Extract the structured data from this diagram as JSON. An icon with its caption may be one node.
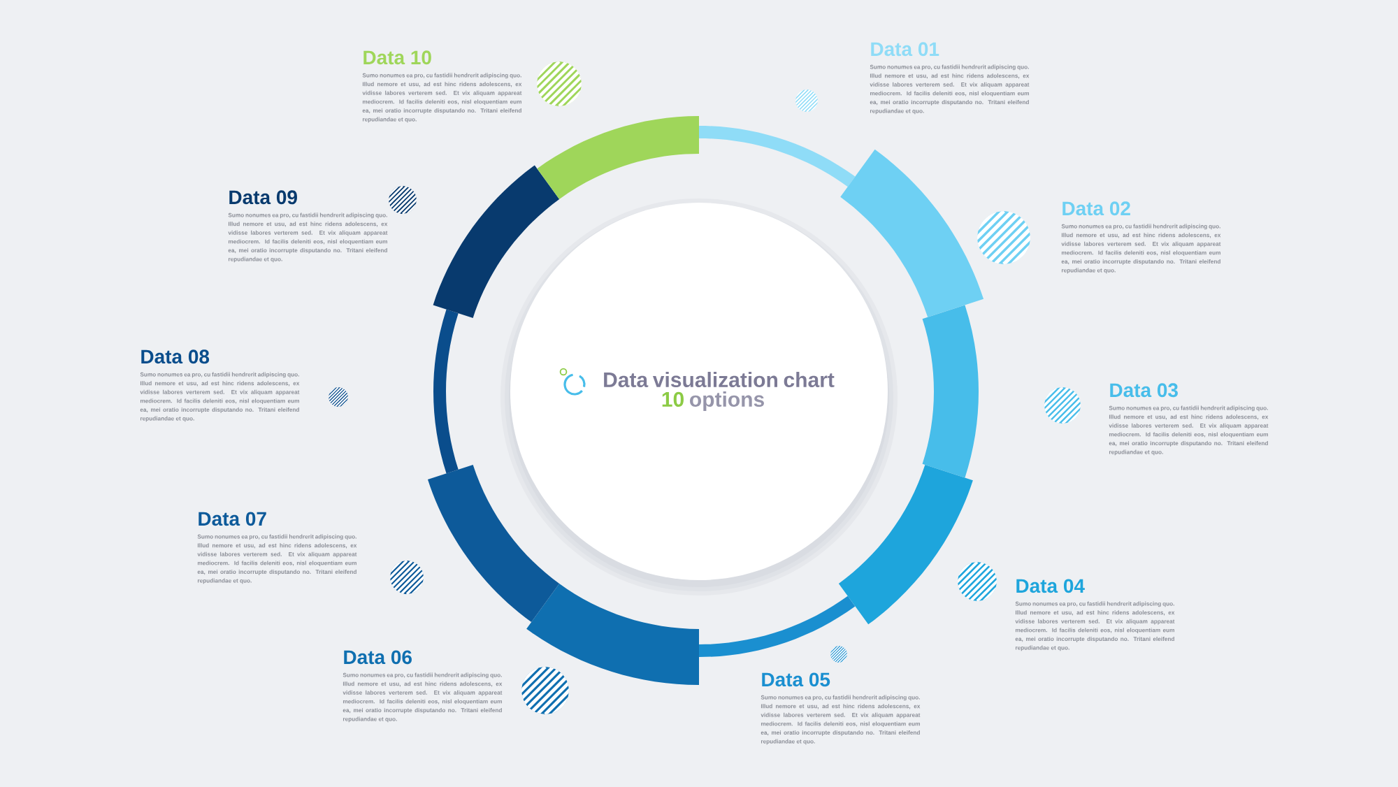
{
  "diagram": {
    "nodes": [
      {
        "text": [
          "Data visualization chart",
          "10",
          "options"
        ]
      },
      {
        "text": [
          "Data 01",
          "Sumo nonumes ea pro, cu fastidii hendrerit adipiscing quo. Illud nemore et usu, ad est hinc ridens adolescens, ex vidisse labores verterem sed. Et vix aliquam appareat mediocrem. Id facilis deleniti eos, nisl eloquentiam eum ea, mei oratio incorrupte disputando no. Tritani eleifend repudiandae et quo."
        ]
      },
      {
        "text": [
          "Data 02",
          "Sumo nonumes ea pro, cu fastidii hendrerit adipiscing quo. Illud nemore et usu, ad est hinc ridens adolescens, ex vidisse labores verterem sed. Et vix aliquam appareat mediocrem. Id facilis deleniti eos, nisl eloquentiam eum ea, mei oratio incorrupte disputando no. Tritani eleifend repudiandae et quo."
        ]
      },
      {
        "text": [
          "Data 03",
          "Sumo nonumes ea pro, cu fastidii hendrerit adipiscing quo. Illud nemore et usu, ad est hinc ridens adolescens, ex vidisse labores verterem sed. Et vix aliquam appareat mediocrem. Id facilis deleniti eos, nisl eloquentiam eum ea, mei oratio incorrupte disputando no. Tritani eleifend repudiandae et quo."
        ]
      },
      {
        "text": [
          "Data 04",
          "Sumo nonumes ea pro, cu fastidii hendrerit adipiscing quo. Illud nemore et usu, ad est hinc ridens adolescens, ex vidisse labores verterem sed. Et vix aliquam appareat mediocrem. Id facilis deleniti eos, nisl eloquentiam eum ea, mei oratio incorrupte disputando no. Tritani eleifend repudiandae et quo."
        ]
      },
      {
        "text": [
          "Data 05",
          "Sumo nonumes ea pro, cu fastidii hendrerit adipiscing quo. Illud nemore et usu, ad est hinc ridens adolescens, ex vidisse labores verterem sed. Et vix aliquam appareat mediocrem. Id facilis deleniti eos, nisl eloquentiam eum ea, mei oratio incorrupte disputando no. Tritani eleifend repudiandae et quo."
        ]
      },
      {
        "text": [
          "Data 06",
          "Sumo nonumes ea pro, cu fastidii hendrerit adipiscing quo. Illud nemore et usu, ad est hinc ridens adolescens, ex vidisse labores verterem sed. Et vix aliquam appareat mediocrem. Id facilis deleniti eos, nisl eloquentiam eum ea, mei oratio incorrupte disputando no. Tritani eleifend repudiandae et quo."
        ]
      },
      {
        "text": [
          "Data 07",
          "Sumo nonumes ea pro, cu fastidii hendrerit adipiscing quo. Illud nemore et usu, ad est hinc ridens adolescens, ex vidisse labores verterem sed. Et vix aliquam appareat mediocrem. Id facilis deleniti eos, nisl eloquentiam eum ea, mei oratio incorrupte disputando no. Tritani eleifend repudiandae et quo."
        ]
      },
      {
        "text": [
          "Data 08",
          "Sumo nonumes ea pro, cu fastidii hendrerit adipiscing quo. Illud nemore et usu, ad est hinc ridens adolescens, ex vidisse labores verterem sed. Et vix aliquam appareat mediocrem. Id facilis deleniti eos, nisl eloquentiam eum ea, mei oratio incorrupte disputando no. Tritani eleifend repudiandae et quo."
        ]
      },
      {
        "text": [
          "Data 09",
          "Sumo nonumes ea pro, cu fastidii hendrerit adipiscing quo. Illud nemore et usu, ad est hinc ridens adolescens, ex vidisse labores verterem sed. Et vix aliquam appareat mediocrem. Id facilis deleniti eos, nisl eloquentiam eum ea, mei oratio incorrupte disputando no. Tritani eleifend repudiandae et quo."
        ]
      },
      {
        "text": [
          "Data 10",
          "Sumo nonumes ea pro, cu fastidii hendrerit adipiscing quo. Illud nemore et usu, ad est hinc ridens adolescens, ex vidisse labores verterem sed. Et vix aliquam appareat mediocrem. Id facilis deleniti eos, nisl eloquentiam eum ea, mei oratio incorrupte disputando no. Tritani eleifend repudiandae et quo."
        ]
      }
    ]
  }
}
